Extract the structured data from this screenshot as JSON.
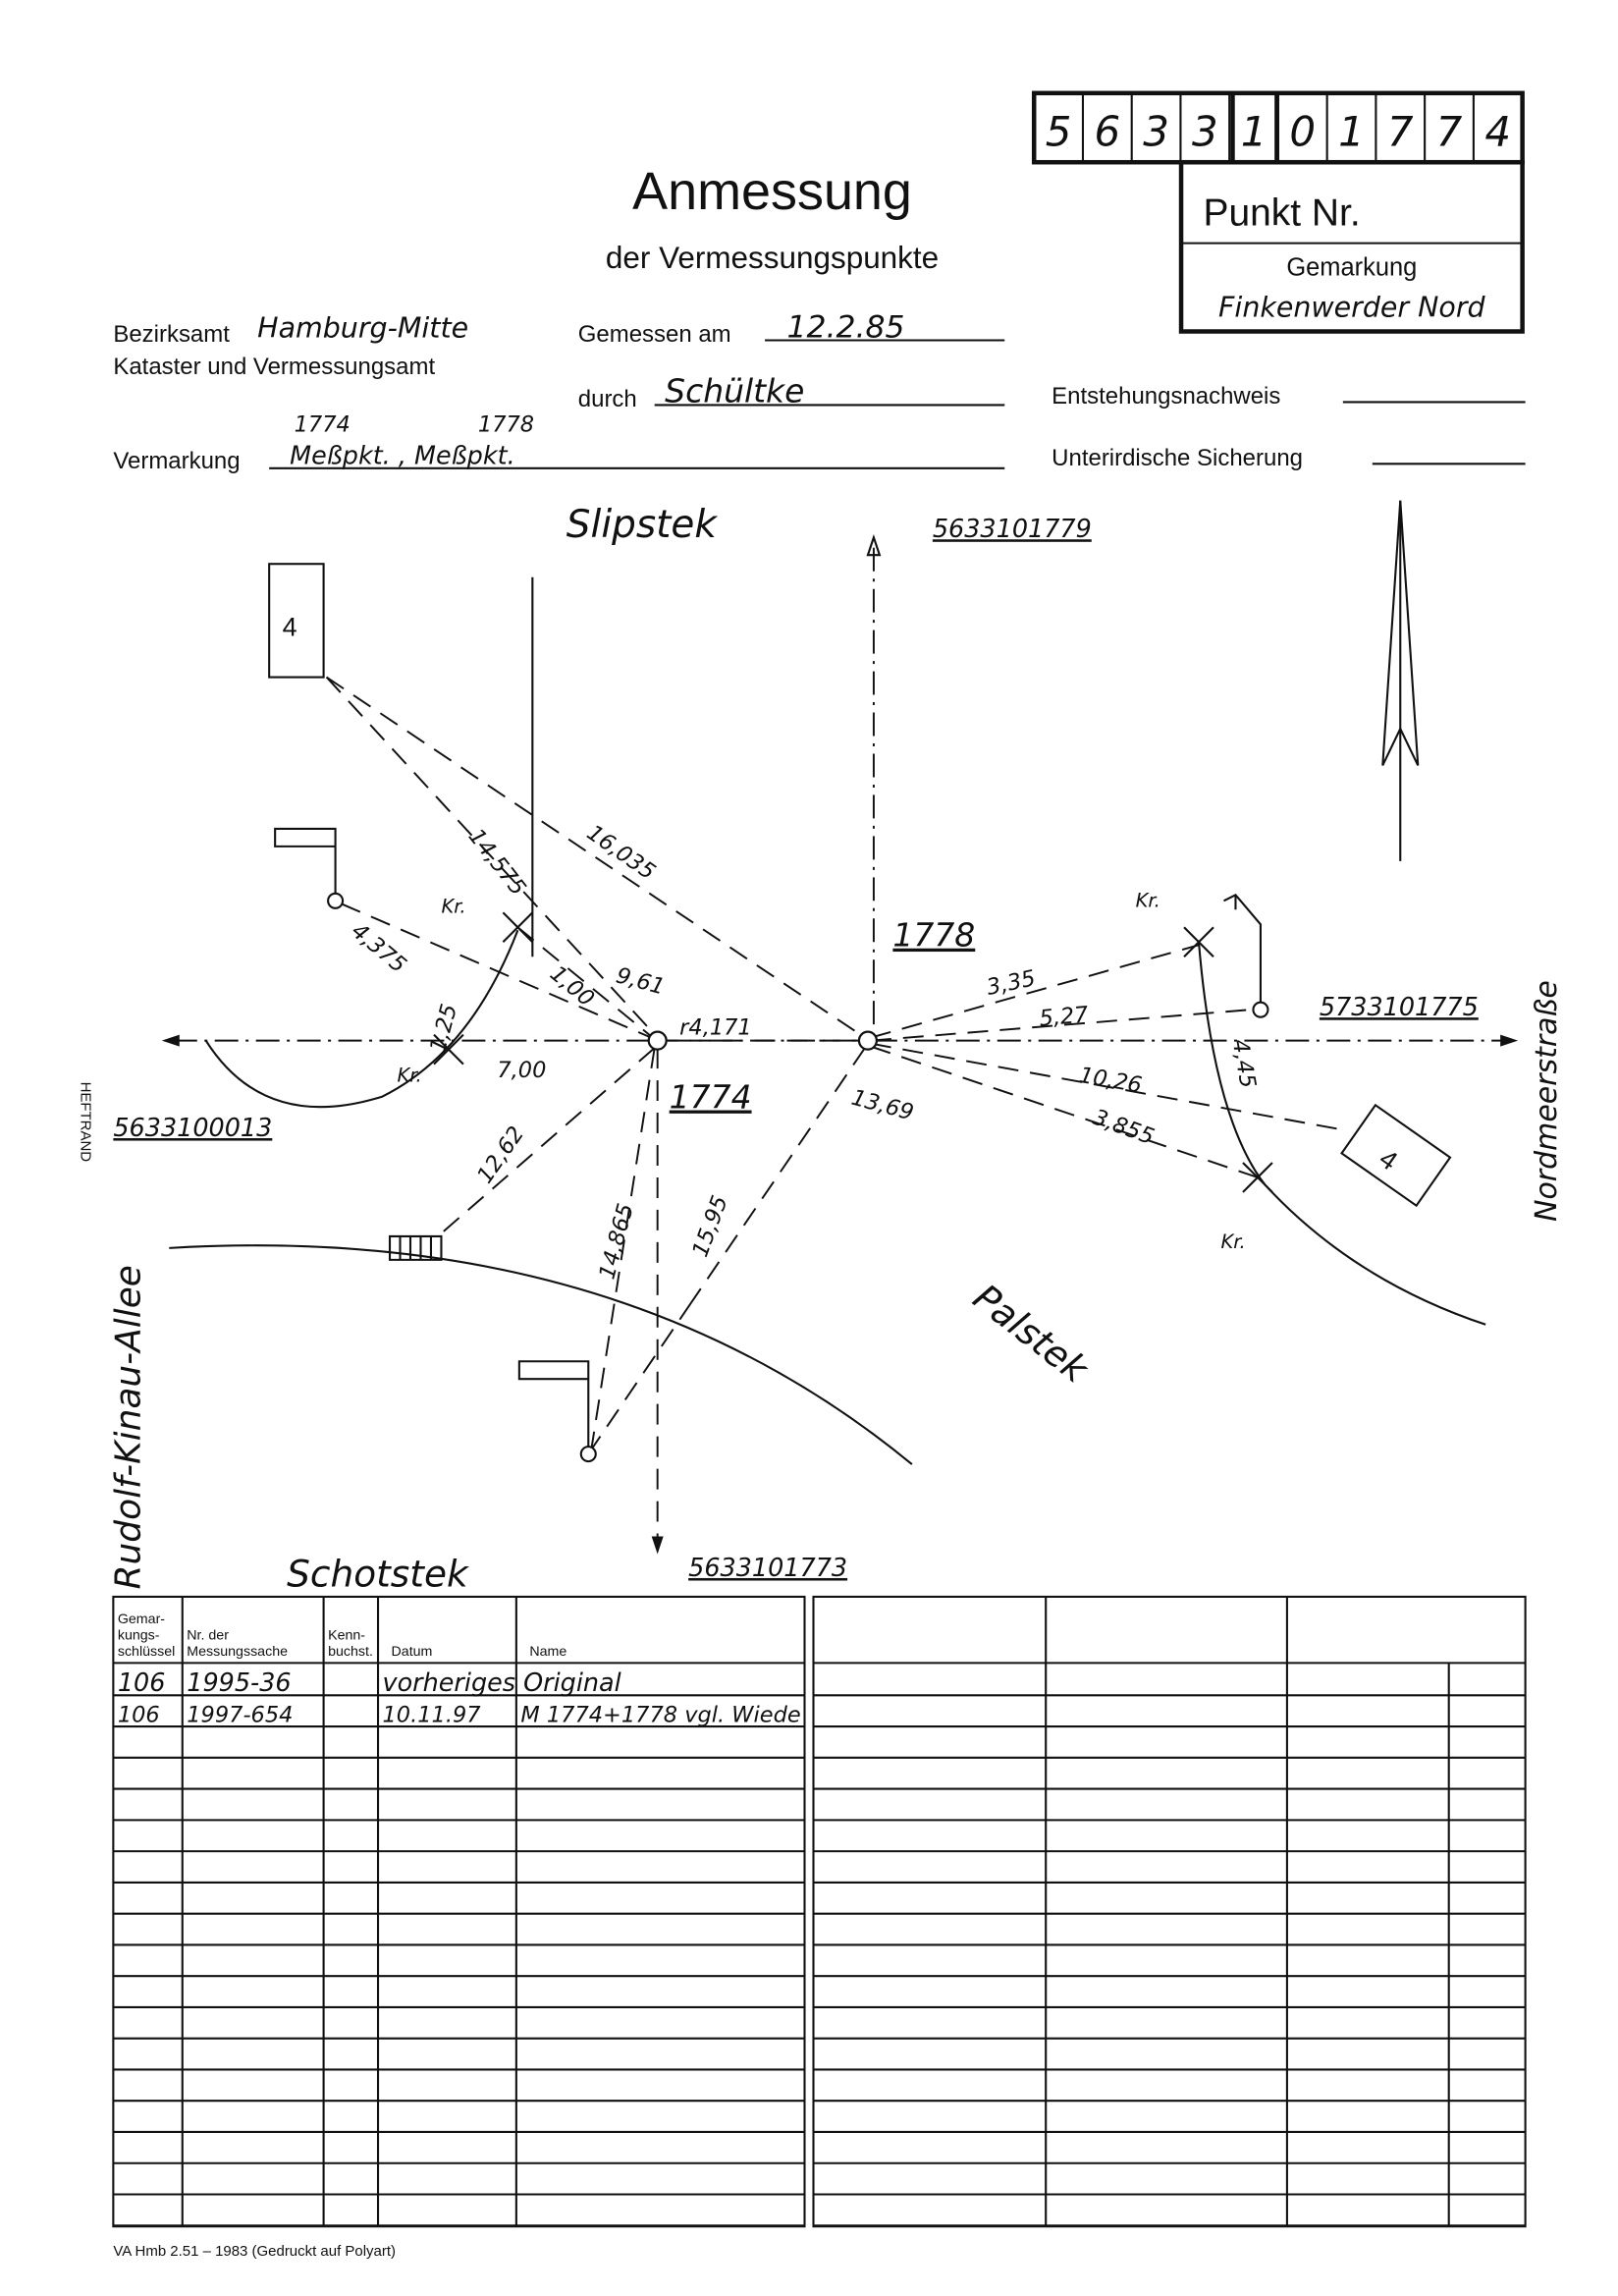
{
  "punkt_number_digits": [
    "5",
    "6",
    "3",
    "3",
    "1",
    "0",
    "1",
    "7",
    "7",
    "4"
  ],
  "header": {
    "title": "Anmessung",
    "subtitle": "der Vermessungspunkte",
    "punkt_label": "Punkt Nr.",
    "gemarkung_label": "Gemarkung",
    "gemarkung_value": "Finkenwerder Nord"
  },
  "form": {
    "bezirksamt_label": "Bezirksamt",
    "bezirksamt_value": "Hamburg-Mitte",
    "kataster_label": "Kataster und Vermessungsamt",
    "gemessen_label": "Gemessen am",
    "gemessen_value": "12.2.85",
    "durch_label": "durch",
    "durch_value": "Schültke",
    "entstehung_label": "Entstehungsnachweis",
    "vermarkung_label": "Vermarkung",
    "vermarkung_num1": "1774",
    "vermarkung_num2": "1778",
    "vermarkung_value": "Meßpkt. , Meßpkt.",
    "sicherung_label": "Unterirdische Sicherung"
  },
  "sketch": {
    "streets": {
      "top": "Slipstek",
      "right": "Nordmeerstraße",
      "left": "Rudolf-Kinau-Allee",
      "bottom": "Schotstek",
      "diagonal": "Palstek"
    },
    "points": {
      "top": "5633101779",
      "right": "5733101775",
      "left": "5633100013",
      "bottom": "5633101773",
      "p1774": "1774",
      "p1778": "1778",
      "r": "r4,171"
    },
    "measurements": [
      "14,575",
      "16,035",
      "4,375",
      "1,00",
      "9,61",
      "1,25",
      "7,00",
      "12,62",
      "14,865",
      "15,95",
      "13,69",
      "3,35",
      "5,27",
      "10,26",
      "3,855",
      "4,45"
    ],
    "kr_label": "Kr.",
    "building_number": "4",
    "heftrand": "HEFTRAND"
  },
  "table": {
    "headers": [
      "Gemar-\nkungs-\nschlüssel",
      "Nr. der\nMessungssache",
      "Kenn-\nbuchst.",
      "Datum",
      "Name"
    ],
    "headers_lines": [
      [
        "Gemar-",
        "kungs-",
        "schlüssel"
      ],
      [
        "Nr. der",
        "Messungssache"
      ],
      [
        "Kenn-",
        "buchst."
      ],
      [
        "Datum"
      ],
      [
        "Name"
      ]
    ],
    "rows": [
      {
        "gemarkung": "106",
        "nr": "1995-36",
        "kenn": "",
        "datum": "vorheriges Original",
        "name": ""
      },
      {
        "gemarkung": "106",
        "nr": "1997-654",
        "kenn": "",
        "datum": "10.11.97",
        "name": "M 1774+1778 vgl. Wiede"
      }
    ]
  },
  "footer": "VA Hmb 2.51 – 1983 (Gedruckt auf Polyart)"
}
